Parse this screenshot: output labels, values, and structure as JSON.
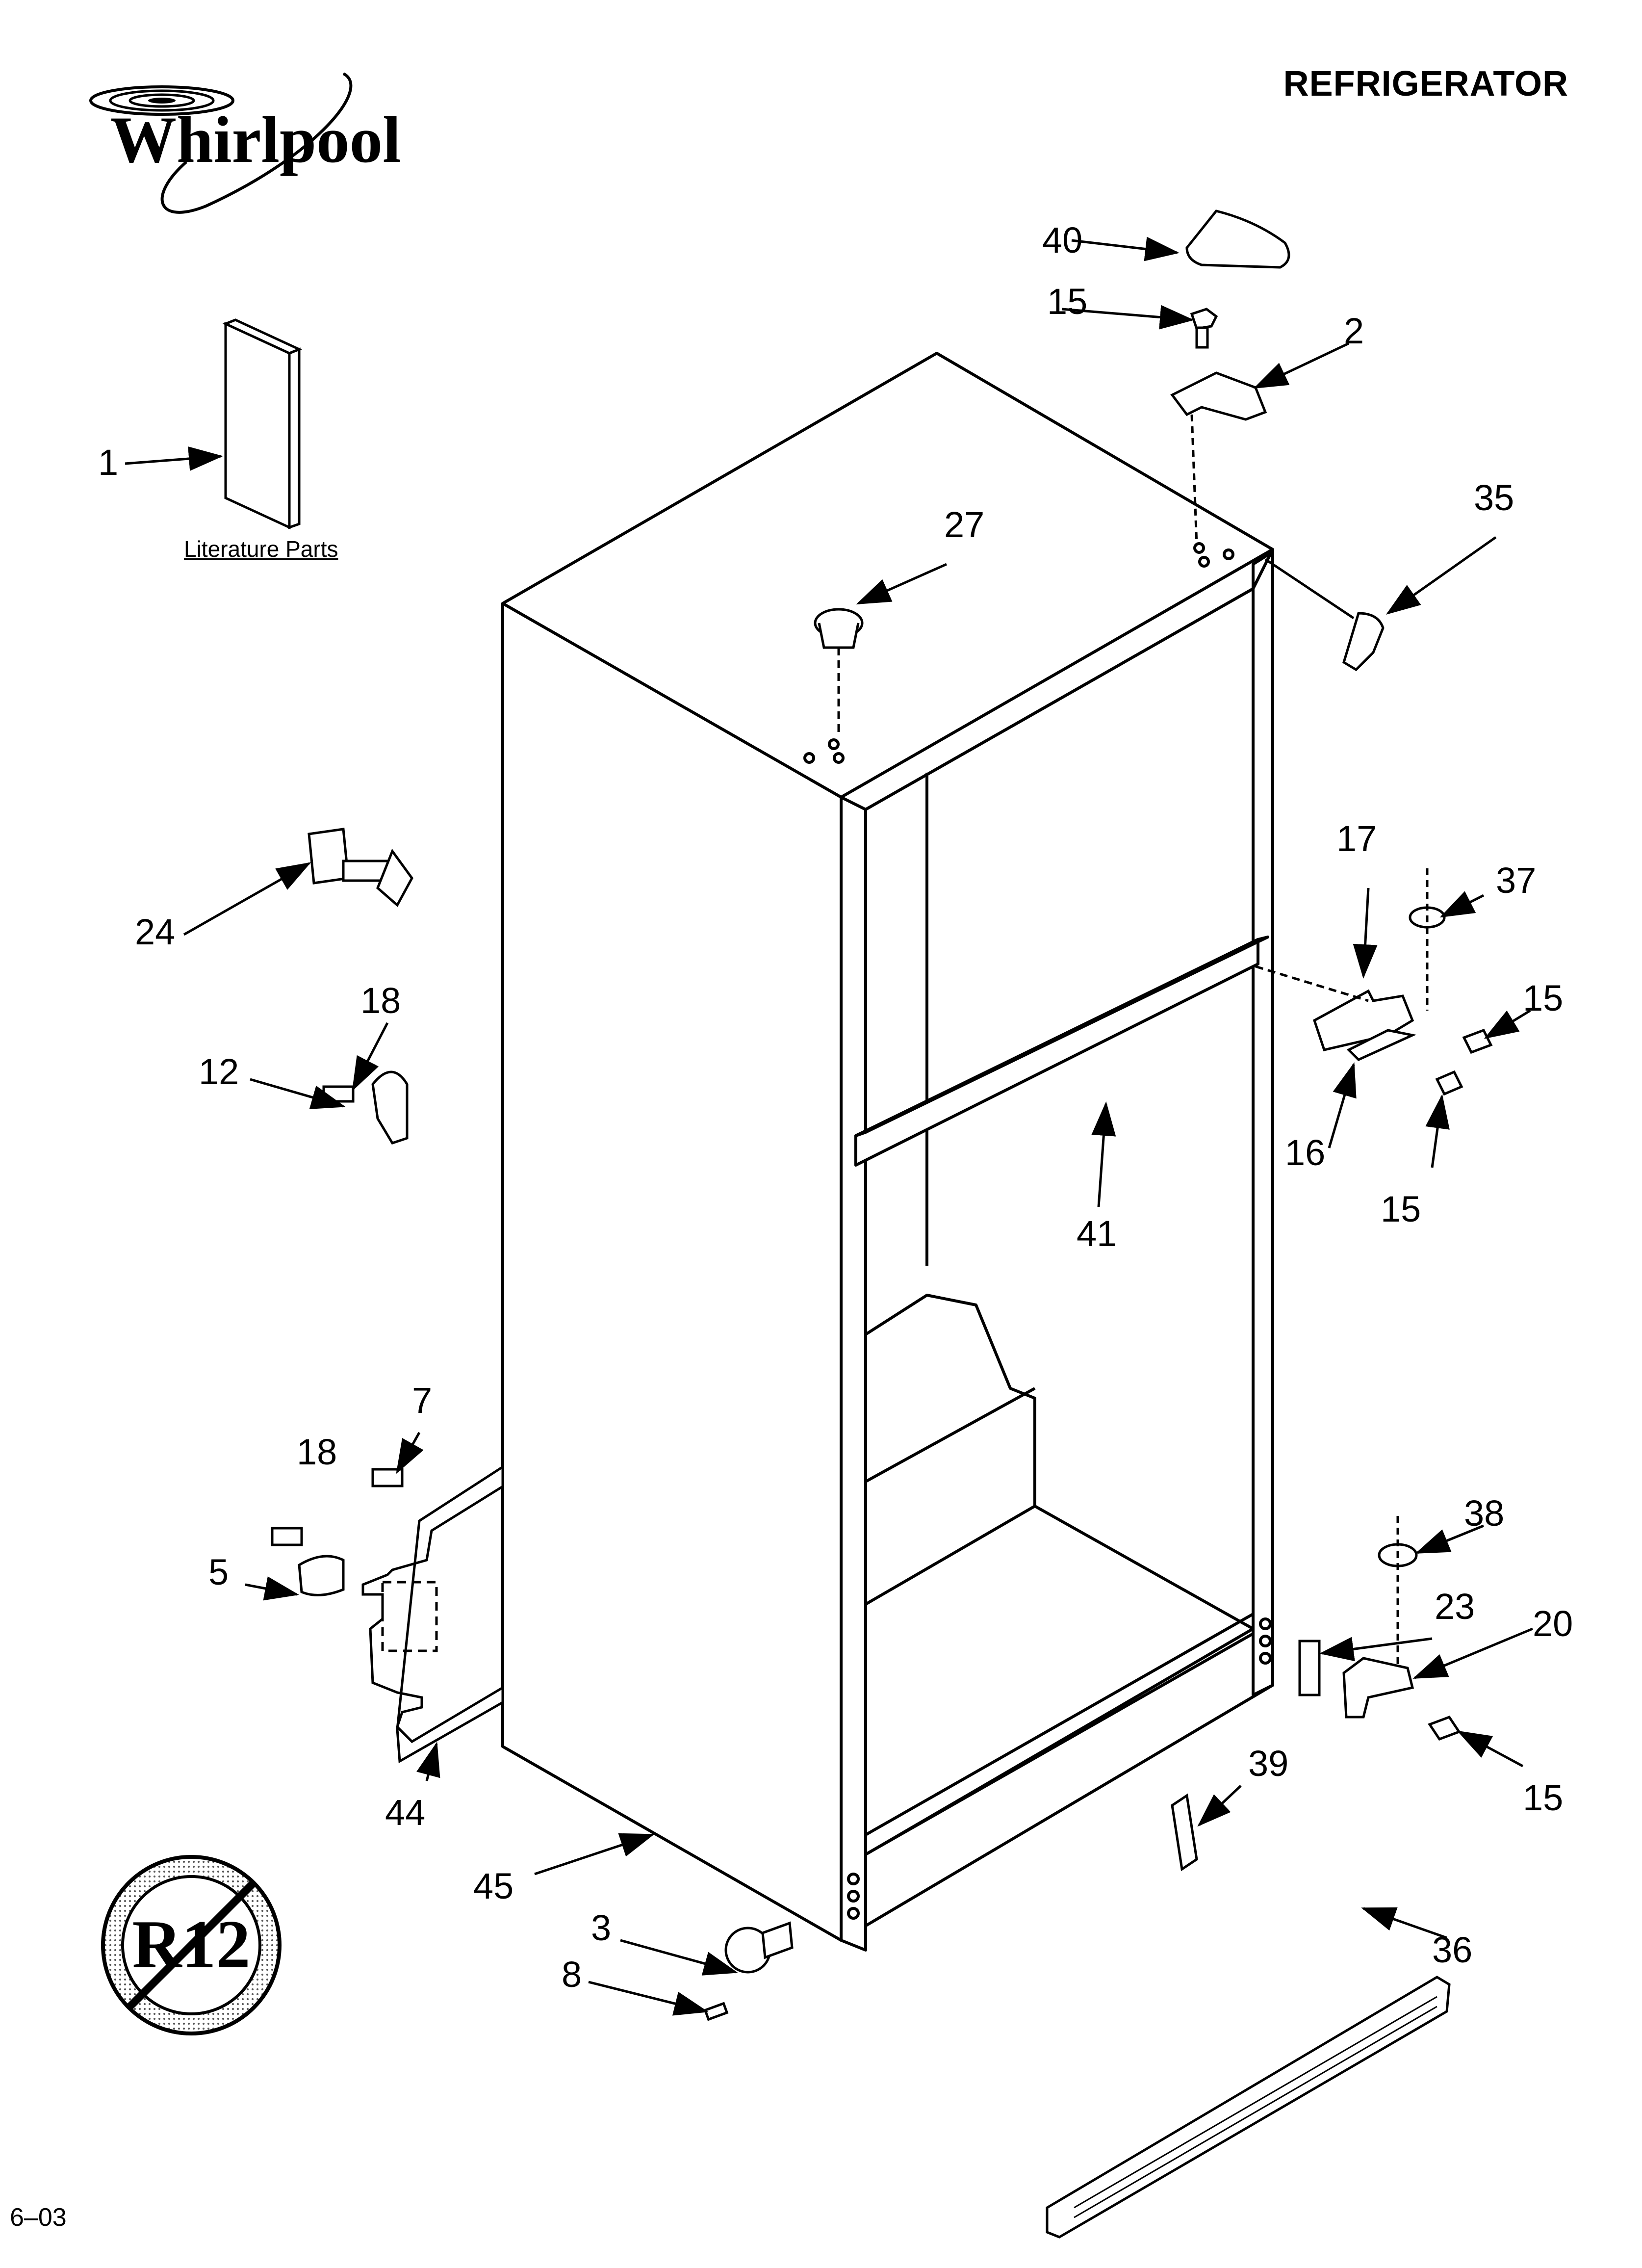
{
  "header": {
    "brand": "Whirlpool",
    "title": "REFRIGERATOR"
  },
  "literature": {
    "label": "Literature Parts"
  },
  "footer": {
    "code": "6–03"
  },
  "badge": {
    "text": "R12",
    "icon": "no-r12-refrigerant-icon"
  },
  "callouts": [
    "1",
    "2",
    "3",
    "5",
    "7",
    "8",
    "12",
    "15",
    "16",
    "17",
    "18",
    "20",
    "23",
    "24",
    "27",
    "35",
    "36",
    "37",
    "38",
    "39",
    "40",
    "41",
    "44",
    "45"
  ]
}
